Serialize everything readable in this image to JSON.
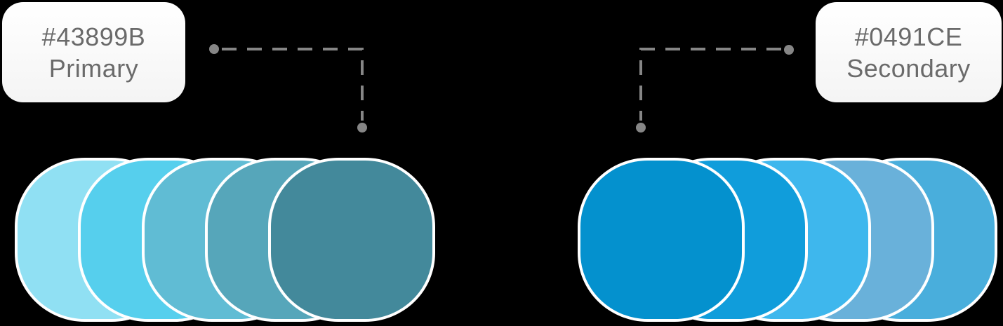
{
  "diagram": {
    "background": "#000000",
    "connector_color": "#868686",
    "card_bg": "#FFFFFF",
    "card_text_color": "#6A6A6A"
  },
  "groups": [
    {
      "hex": "#43899B",
      "name": "Primary",
      "swatches": [
        "#90E0F3",
        "#56CFED",
        "#60BCD4",
        "#56A6BA",
        "#43899B"
      ],
      "front": "last"
    },
    {
      "hex": "#0491CE",
      "name": "Secondary",
      "swatches": [
        "#0491CE",
        "#109DDB",
        "#3EB7ED",
        "#69B1DA",
        "#49AEDC"
      ],
      "front": "first"
    }
  ]
}
